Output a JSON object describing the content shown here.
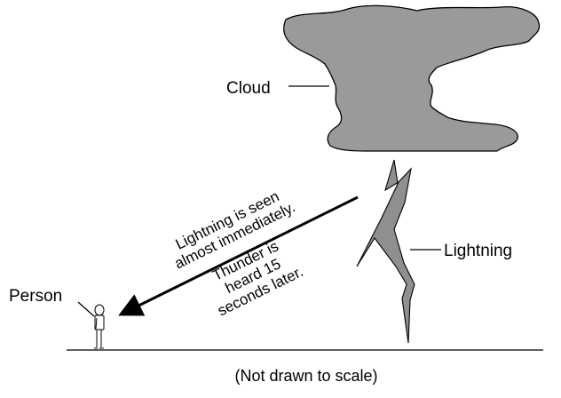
{
  "labels": {
    "cloud": "Cloud",
    "lightning": "Lightning",
    "person": "Person",
    "seen_line1": "Lightning is seen",
    "seen_line2": "almost immediately.",
    "thunder_line1": "Thunder is",
    "thunder_line2": "heard 15",
    "thunder_line3": "seconds later.",
    "footer": "(Not drawn to scale)"
  },
  "colors": {
    "cloud_fill": "#9a9a9a",
    "bolt_fill": "#8f8f8f",
    "ink": "#000000"
  }
}
